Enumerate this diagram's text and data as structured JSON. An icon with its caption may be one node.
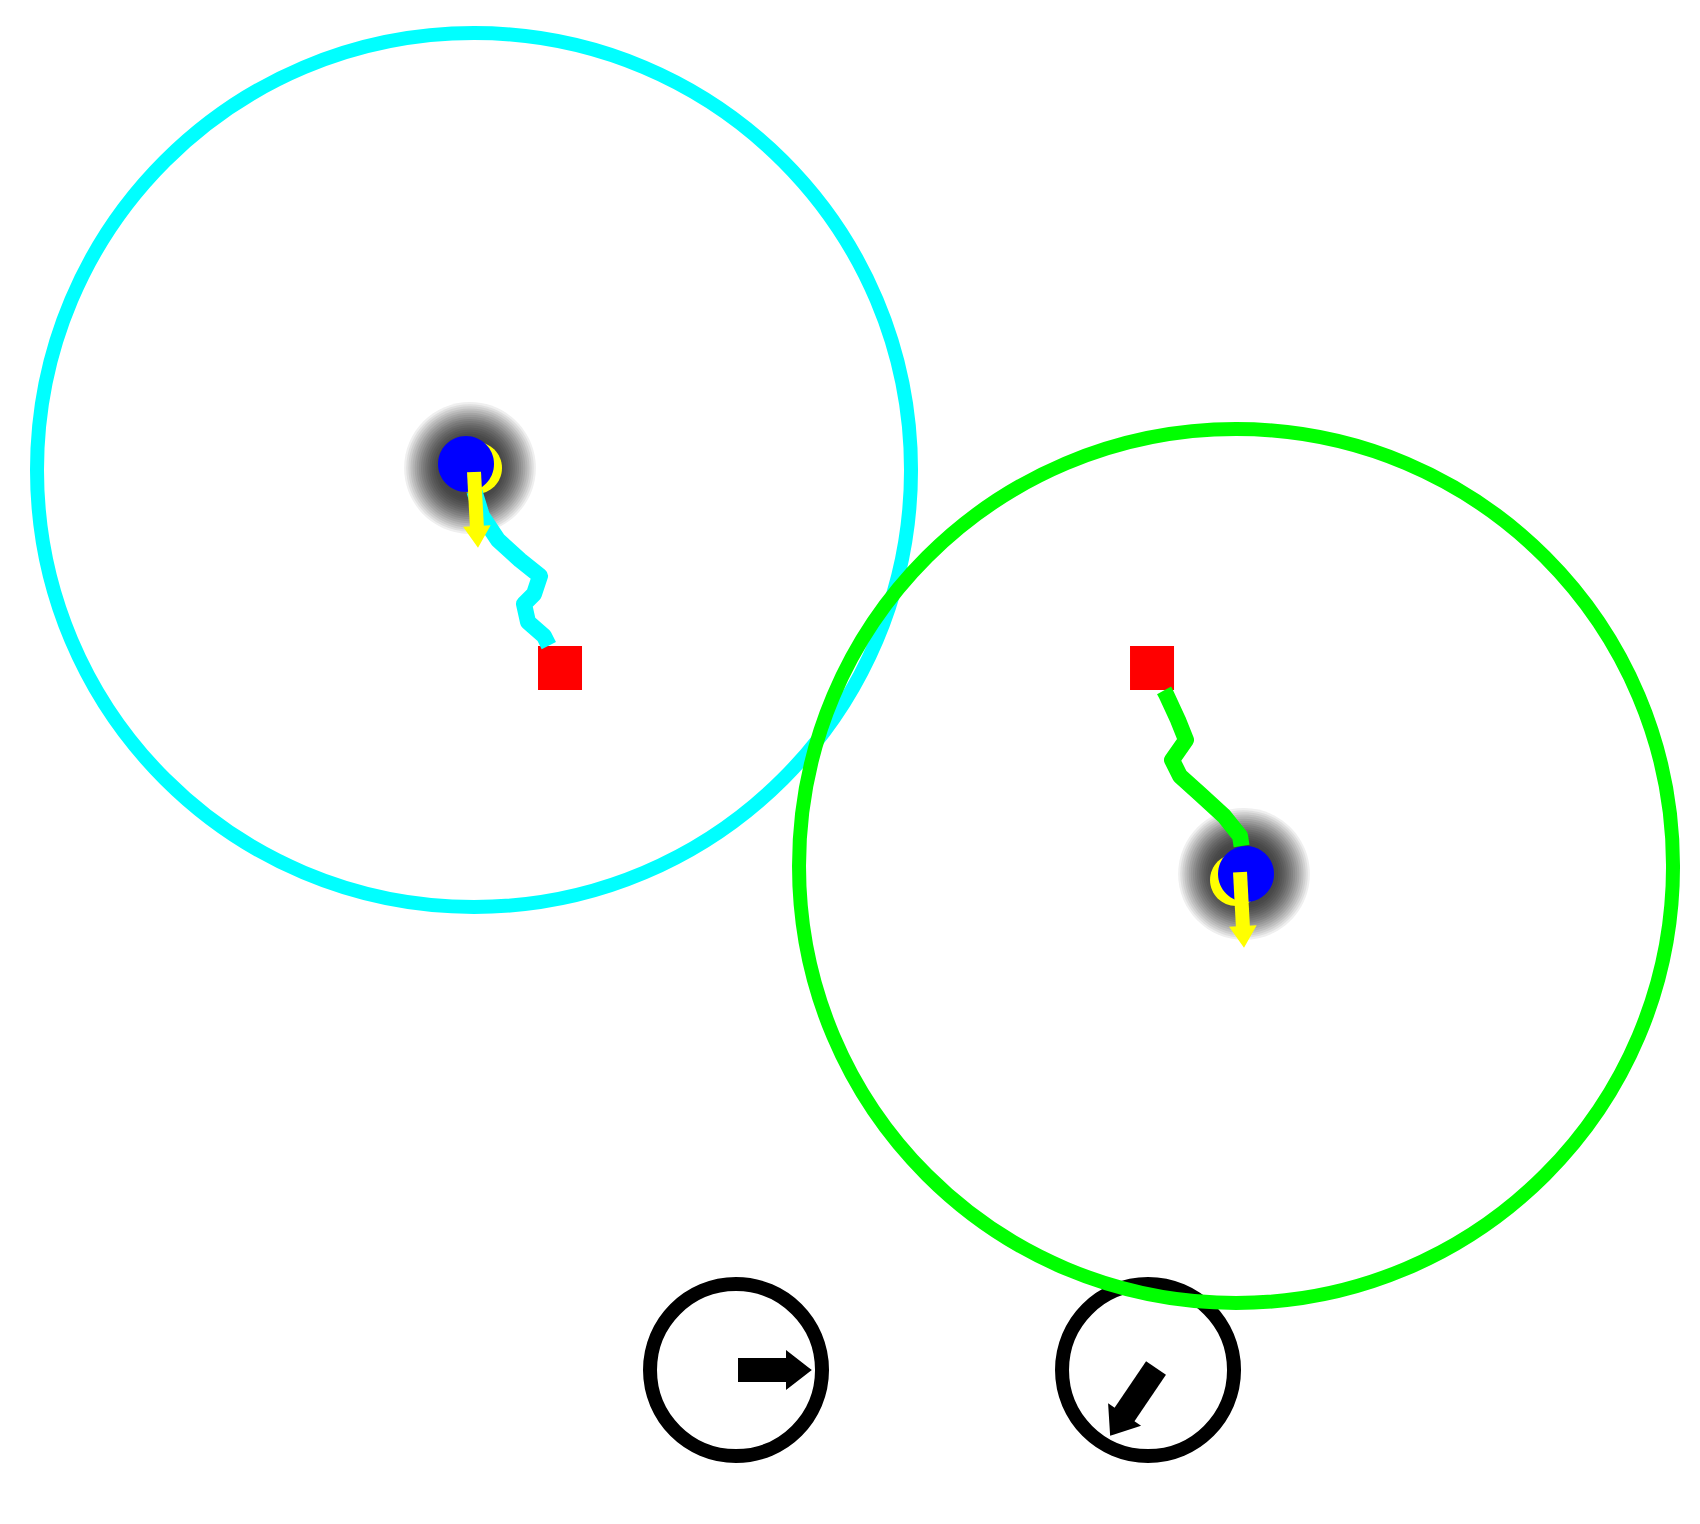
{
  "diagram": {
    "nodes": [
      {
        "text": [],
        "shape": "circle"
      },
      {
        "text": [],
        "shape": "circle",
        "in": 0
      },
      {
        "text": [],
        "shape": "box",
        "in": 0
      },
      {
        "text": [],
        "shape": "circle"
      },
      {
        "text": [],
        "shape": "box",
        "in": 3
      },
      {
        "text": [],
        "shape": "circle",
        "in": 3
      },
      {
        "text": [],
        "shape": "circle"
      },
      {
        "text": [],
        "shape": "circle"
      }
    ],
    "edges": [
      {
        "from": 1,
        "to": 2,
        "arrow": "none",
        "color": "#00ffff"
      },
      {
        "from": 5,
        "to": 4,
        "arrow": "none",
        "color": "#00ff00"
      }
    ]
  }
}
